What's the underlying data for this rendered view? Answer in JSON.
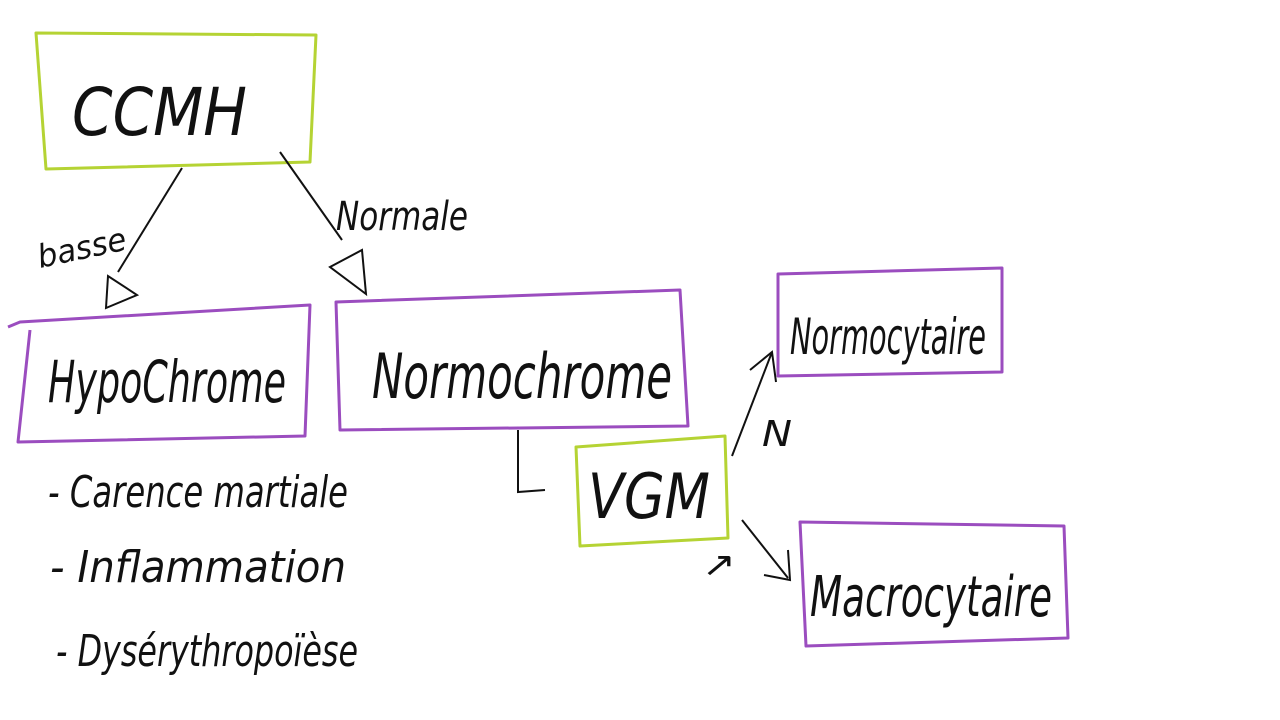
{
  "colors": {
    "green_box": "#b5d334",
    "purple_box": "#9b4dbf",
    "ink": "#111111",
    "background": "#ffffff"
  },
  "nodes": {
    "ccmh": "CCMH",
    "hypochrome": "HypoChrome",
    "normochrome": "Normochrome",
    "vgm": "VGM",
    "normocytaire": "Normocytaire",
    "macrocytaire": "Macrocytaire"
  },
  "edge_labels": {
    "basse": "basse",
    "normale": "Normale",
    "vgm_normal": "N",
    "vgm_high": "↗"
  },
  "hypochrome_causes": [
    "- Carence martiale",
    "- Inflammation",
    "- Dysérythropoïèse"
  ]
}
